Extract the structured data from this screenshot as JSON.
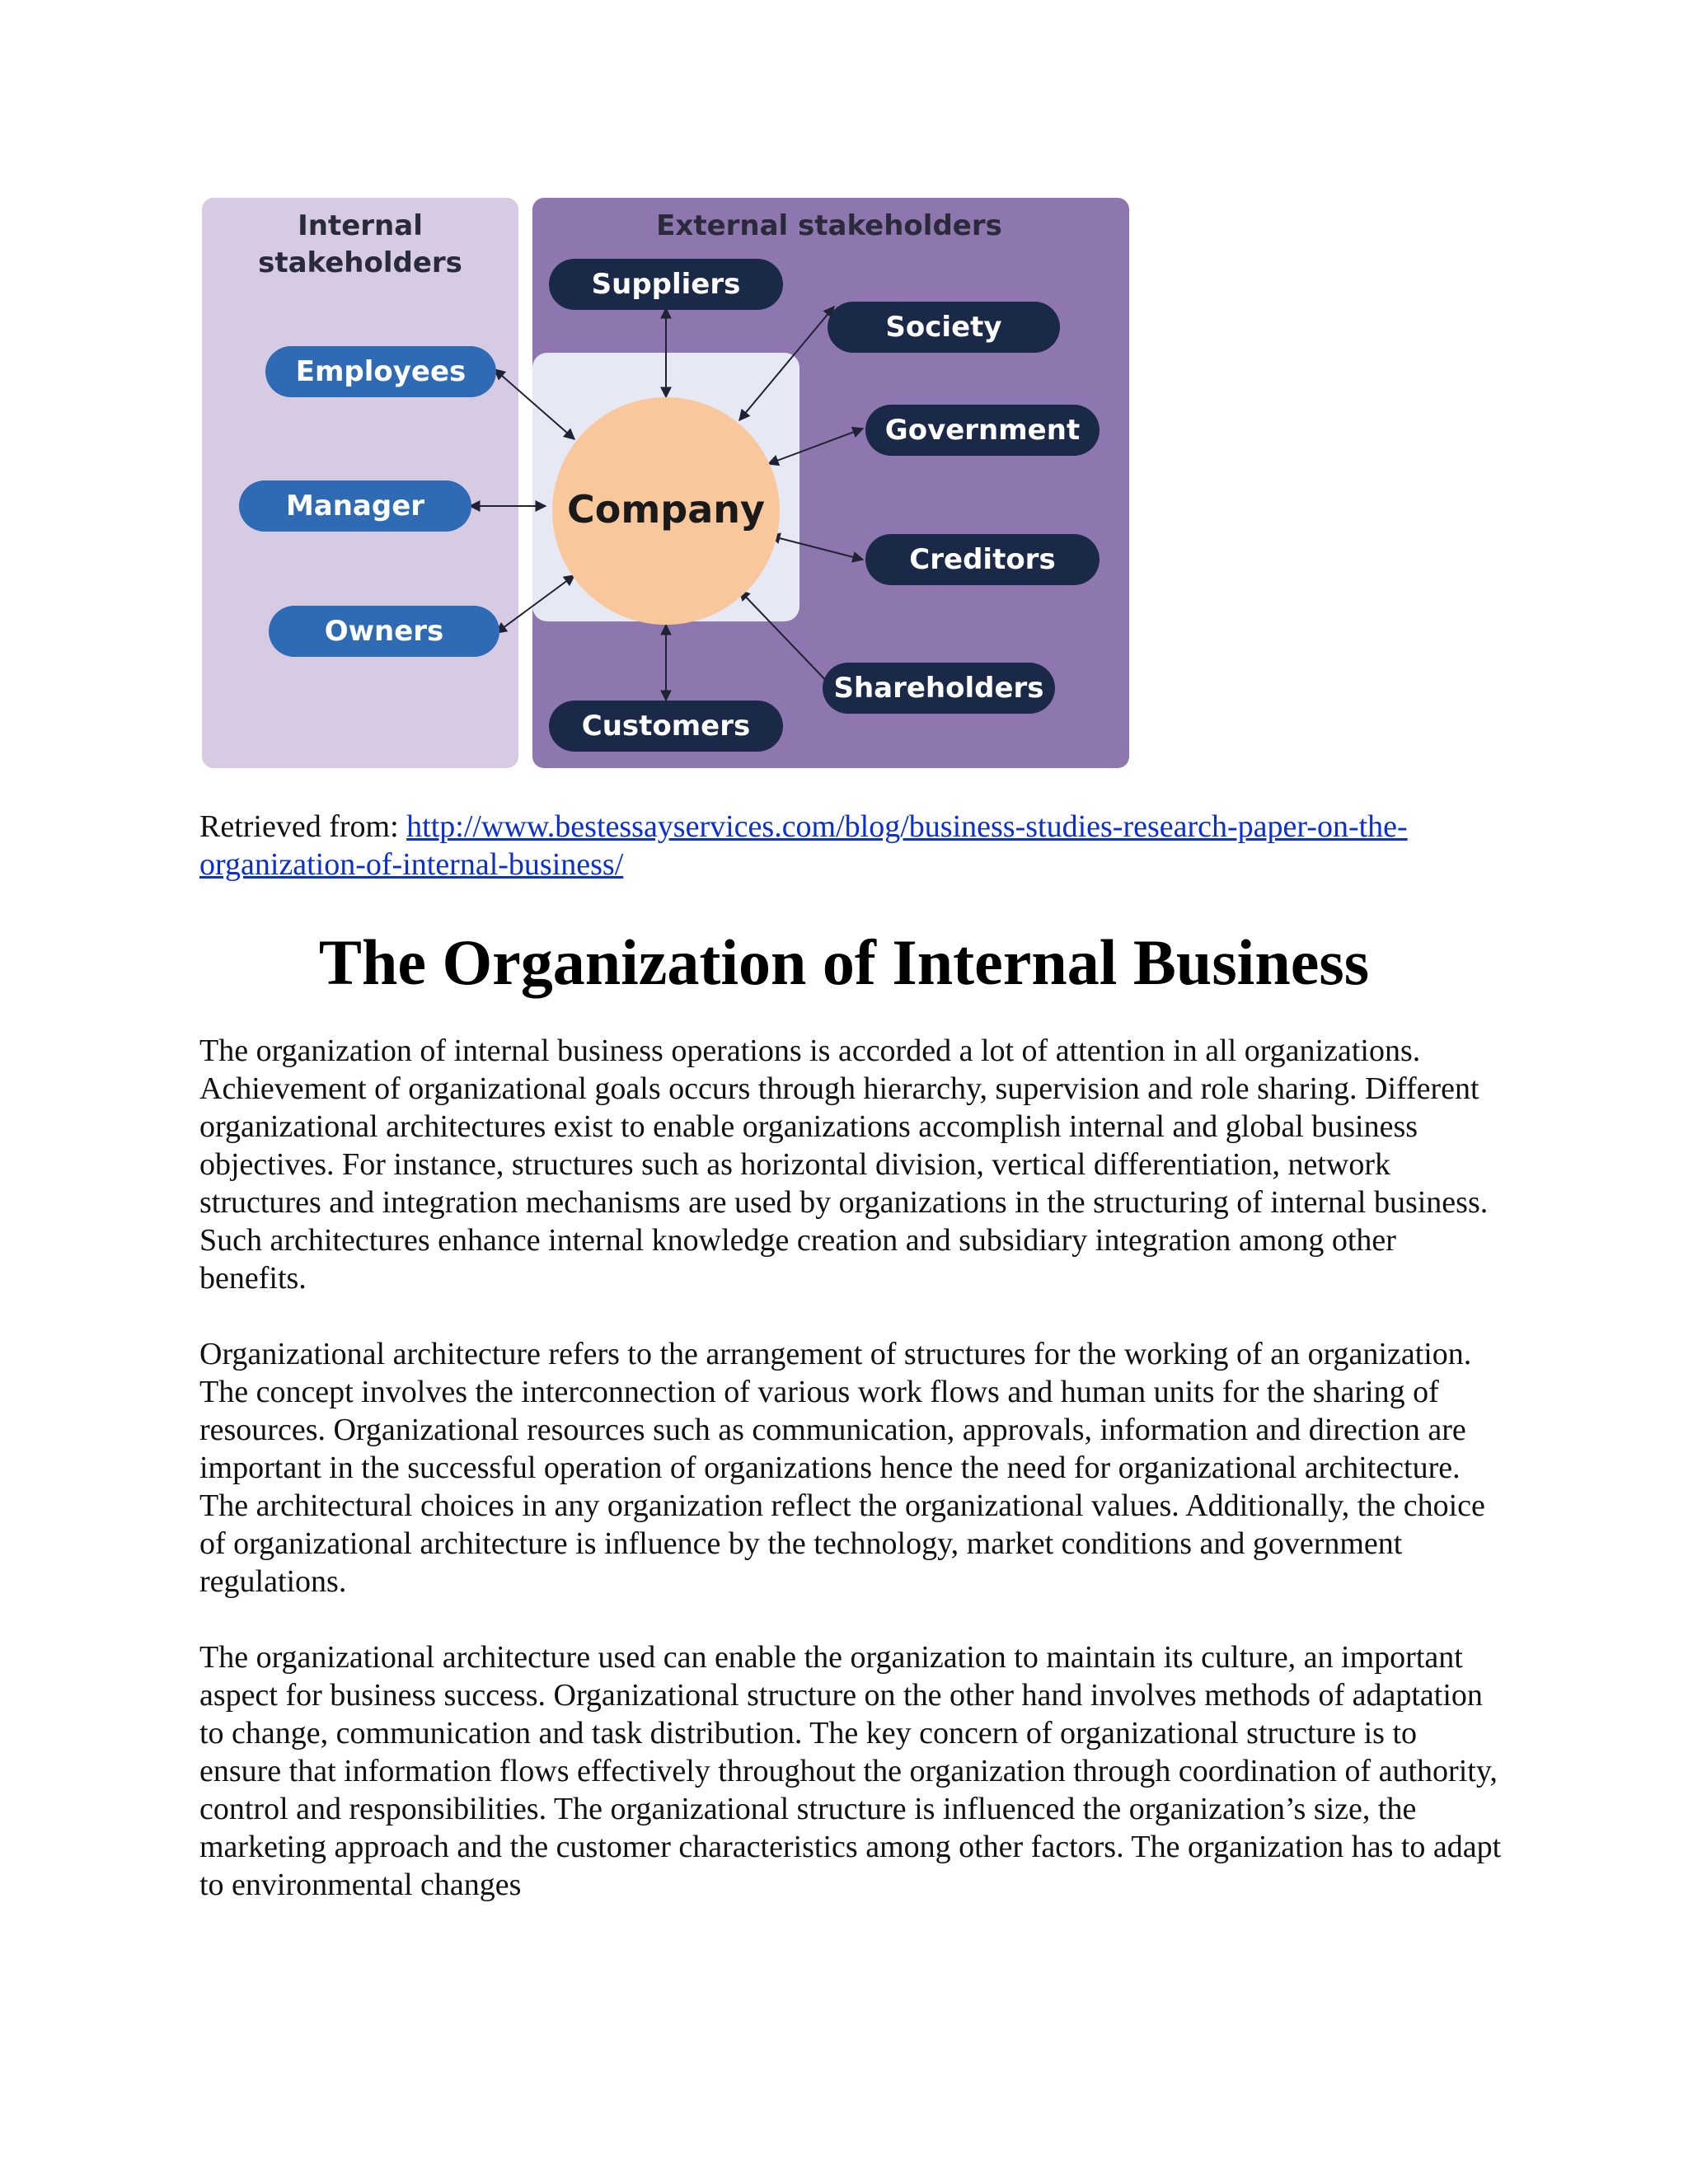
{
  "diagram": {
    "internal_heading_line1": "Internal",
    "internal_heading_line2": "stakeholders",
    "external_heading": "External stakeholders",
    "center": "Company",
    "internal_nodes": [
      "Employees",
      "Manager",
      "Owners"
    ],
    "external_nodes": [
      "Suppliers",
      "Society",
      "Government",
      "Creditors",
      "Shareholders",
      "Customers"
    ],
    "colors": {
      "internal_panel": "#d6cbe3",
      "external_panel": "#8e76ae",
      "inner_panel": "#e6e8f4",
      "internal_pill": "#2e6bb4",
      "external_pill": "#1b2948",
      "company_circle": "#f8c79c"
    }
  },
  "caption": {
    "prefix": "Retrieved from: ",
    "link_text": "http://www.bestessayservices.com/blog/business-studies-research-paper-on-the-organization-of-internal-business/"
  },
  "document": {
    "title": "The Organization of Internal Business",
    "paragraphs": [
      "The organization of internal business operations is accorded a lot of attention in all organizations. Achievement of organizational goals occurs through hierarchy, supervision and role sharing. Different organizational architectures exist to enable organizations accomplish internal and global business objectives. For instance, structures such as horizontal division, vertical differentiation, network structures and integration mechanisms are used by organizations in the structuring of internal business. Such architectures enhance internal knowledge creation and subsidiary integration among other benefits.",
      "Organizational architecture refers to the arrangement of structures for the working of an organization. The concept involves the interconnection of various work flows and human units for the sharing of resources. Organizational resources such as communication, approvals, information and direction are important in the successful operation of organizations hence the need for organizational architecture. The architectural choices in any organization reflect the organizational values. Additionally, the choice of organizational architecture is influence by the technology, market conditions and government regulations.",
      "The organizational architecture used can enable the organization to maintain its culture, an important aspect for business success. Organizational structure on the other hand involves methods of adaptation to change, communication and task distribution. The key concern of organizational structure is to ensure that information flows effectively throughout the organization through coordination of authority, control and responsibilities. The organizational structure is influenced the organization’s size, the marketing approach and the customer characteristics among other factors. The organization has to adapt to environmental changes"
    ]
  }
}
